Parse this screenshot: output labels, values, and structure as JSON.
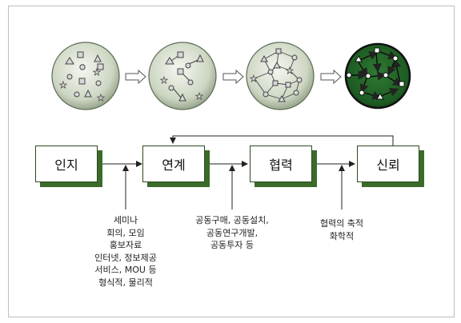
{
  "stages": [
    "인지",
    "연계",
    "협력",
    "신뢰"
  ],
  "notes": {
    "awareness_to_linkage": [
      "세미나",
      "회의, 모임",
      "홍보자료",
      "인터넷, 정보제공",
      "서비스, MOU 등",
      "형식적, 물리적"
    ],
    "linkage_to_cooperation": [
      "공동구매, 공동설치,",
      "공동연구개발,",
      "공동투자 등"
    ],
    "cooperation_to_trust": [
      "협력의 축적",
      "화학적"
    ]
  },
  "colors": {
    "box_shadow": "#3b6b2a",
    "network_fill": "#d8e0d0",
    "final_network_fill": "#1f5c24"
  }
}
